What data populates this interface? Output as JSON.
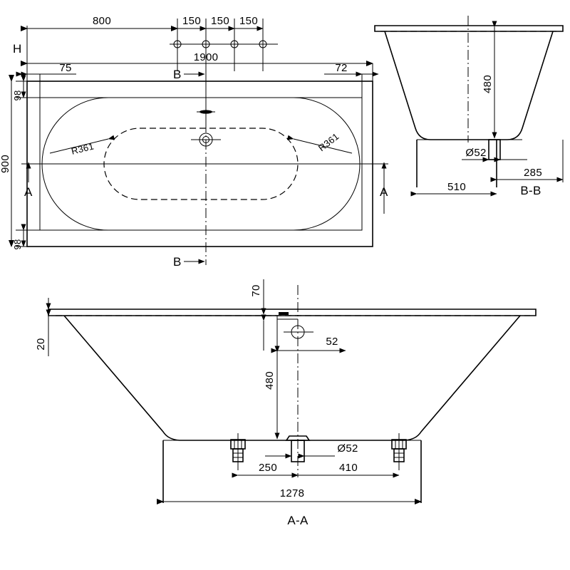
{
  "drawing": {
    "title": "Bathtub technical drawing",
    "units": "mm",
    "line_color": "#000000",
    "background_color": "#ffffff"
  },
  "views": {
    "plan": {
      "name": "plan-view",
      "labels": {
        "h": "H",
        "section_a_left": "A",
        "section_a_right": "A",
        "section_b_top": "B",
        "section_b_bottom": "B"
      },
      "dimensions": {
        "length_800": "800",
        "tap_spacing_1": "150",
        "tap_spacing_2": "150",
        "tap_spacing_3": "150",
        "overall_length": "1900",
        "offset_75": "75",
        "offset_72": "72",
        "rim_top_98": "98",
        "rim_bottom_98": "98",
        "overall_width": "900",
        "radius_left": "R361",
        "radius_right": "R361"
      }
    },
    "section_bb": {
      "name": "section-b-b",
      "title": "B-B",
      "dimensions": {
        "depth_480": "480",
        "drain_dia": "Ø52",
        "offset_285": "285",
        "width_510": "510"
      }
    },
    "section_aa": {
      "name": "section-a-a",
      "title": "A-A",
      "dimensions": {
        "rim_20": "20",
        "overflow_70": "70",
        "overflow_52": "52",
        "depth_480": "480",
        "drain_dia": "Ø52",
        "foot_left_250": "250",
        "foot_right_410": "410",
        "feet_span_1278": "1278"
      }
    }
  }
}
